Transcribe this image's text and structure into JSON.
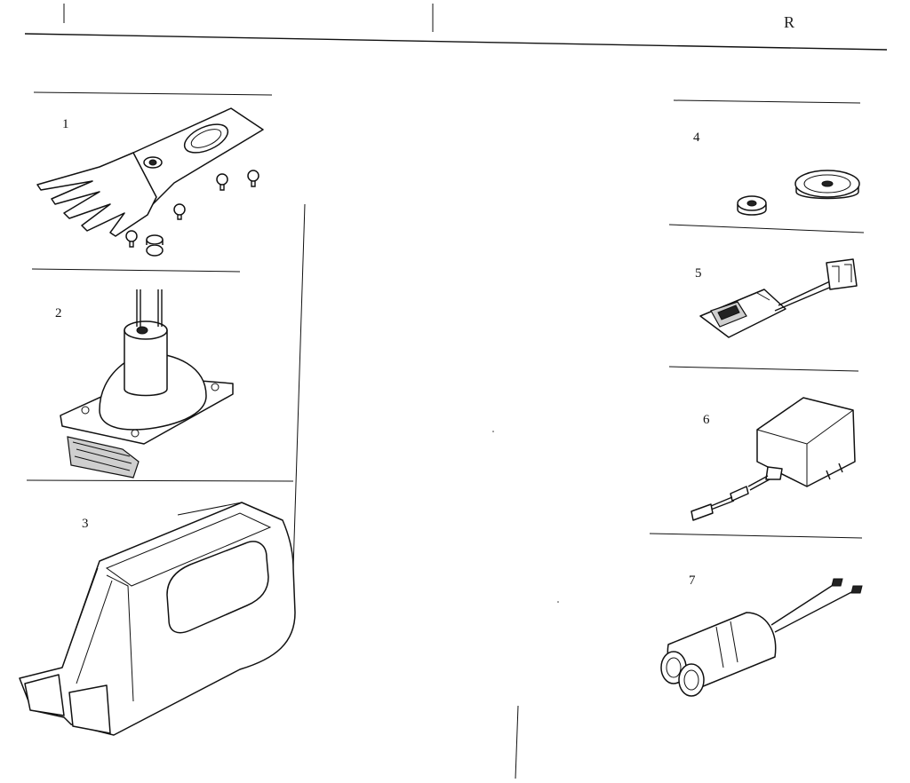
{
  "header": {
    "mark_left": "|",
    "mark_center": "(",
    "mark_right": "R"
  },
  "parts": [
    {
      "number": "1",
      "icon": "blade-assembly-icon"
    },
    {
      "number": "2",
      "icon": "motor-assembly-icon"
    },
    {
      "number": "3",
      "icon": "handle-housing-icon"
    },
    {
      "number": "4",
      "icon": "gears-icon"
    },
    {
      "number": "5",
      "icon": "switch-assembly-icon"
    },
    {
      "number": "6",
      "icon": "charger-adapter-icon"
    },
    {
      "number": "7",
      "icon": "battery-pack-icon"
    }
  ]
}
